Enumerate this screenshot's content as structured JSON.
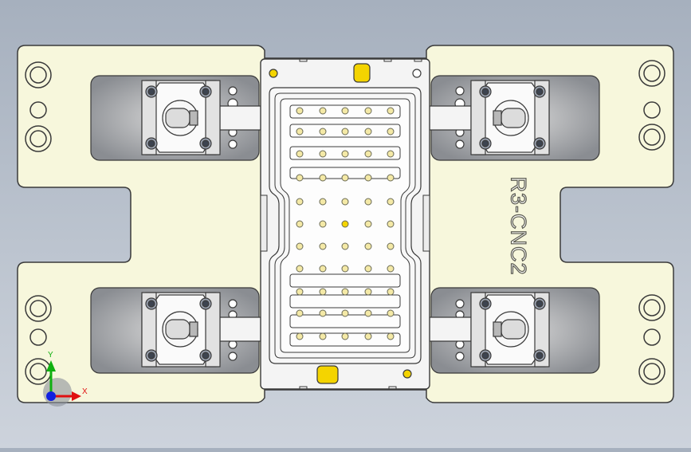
{
  "view": {
    "background_top": "#a6b0be",
    "background_bottom": "#cdd3dc",
    "plate_color": "#f7f7dc",
    "outline_color": "#3a3a3a",
    "pin_color": "#f4d400"
  },
  "part": {
    "engraved_label": "R3-CNC2"
  },
  "triad": {
    "x_label": "X",
    "y_label": "Y",
    "x_color": "#e01010",
    "y_color": "#10b010",
    "z_color": "#1020e0"
  }
}
